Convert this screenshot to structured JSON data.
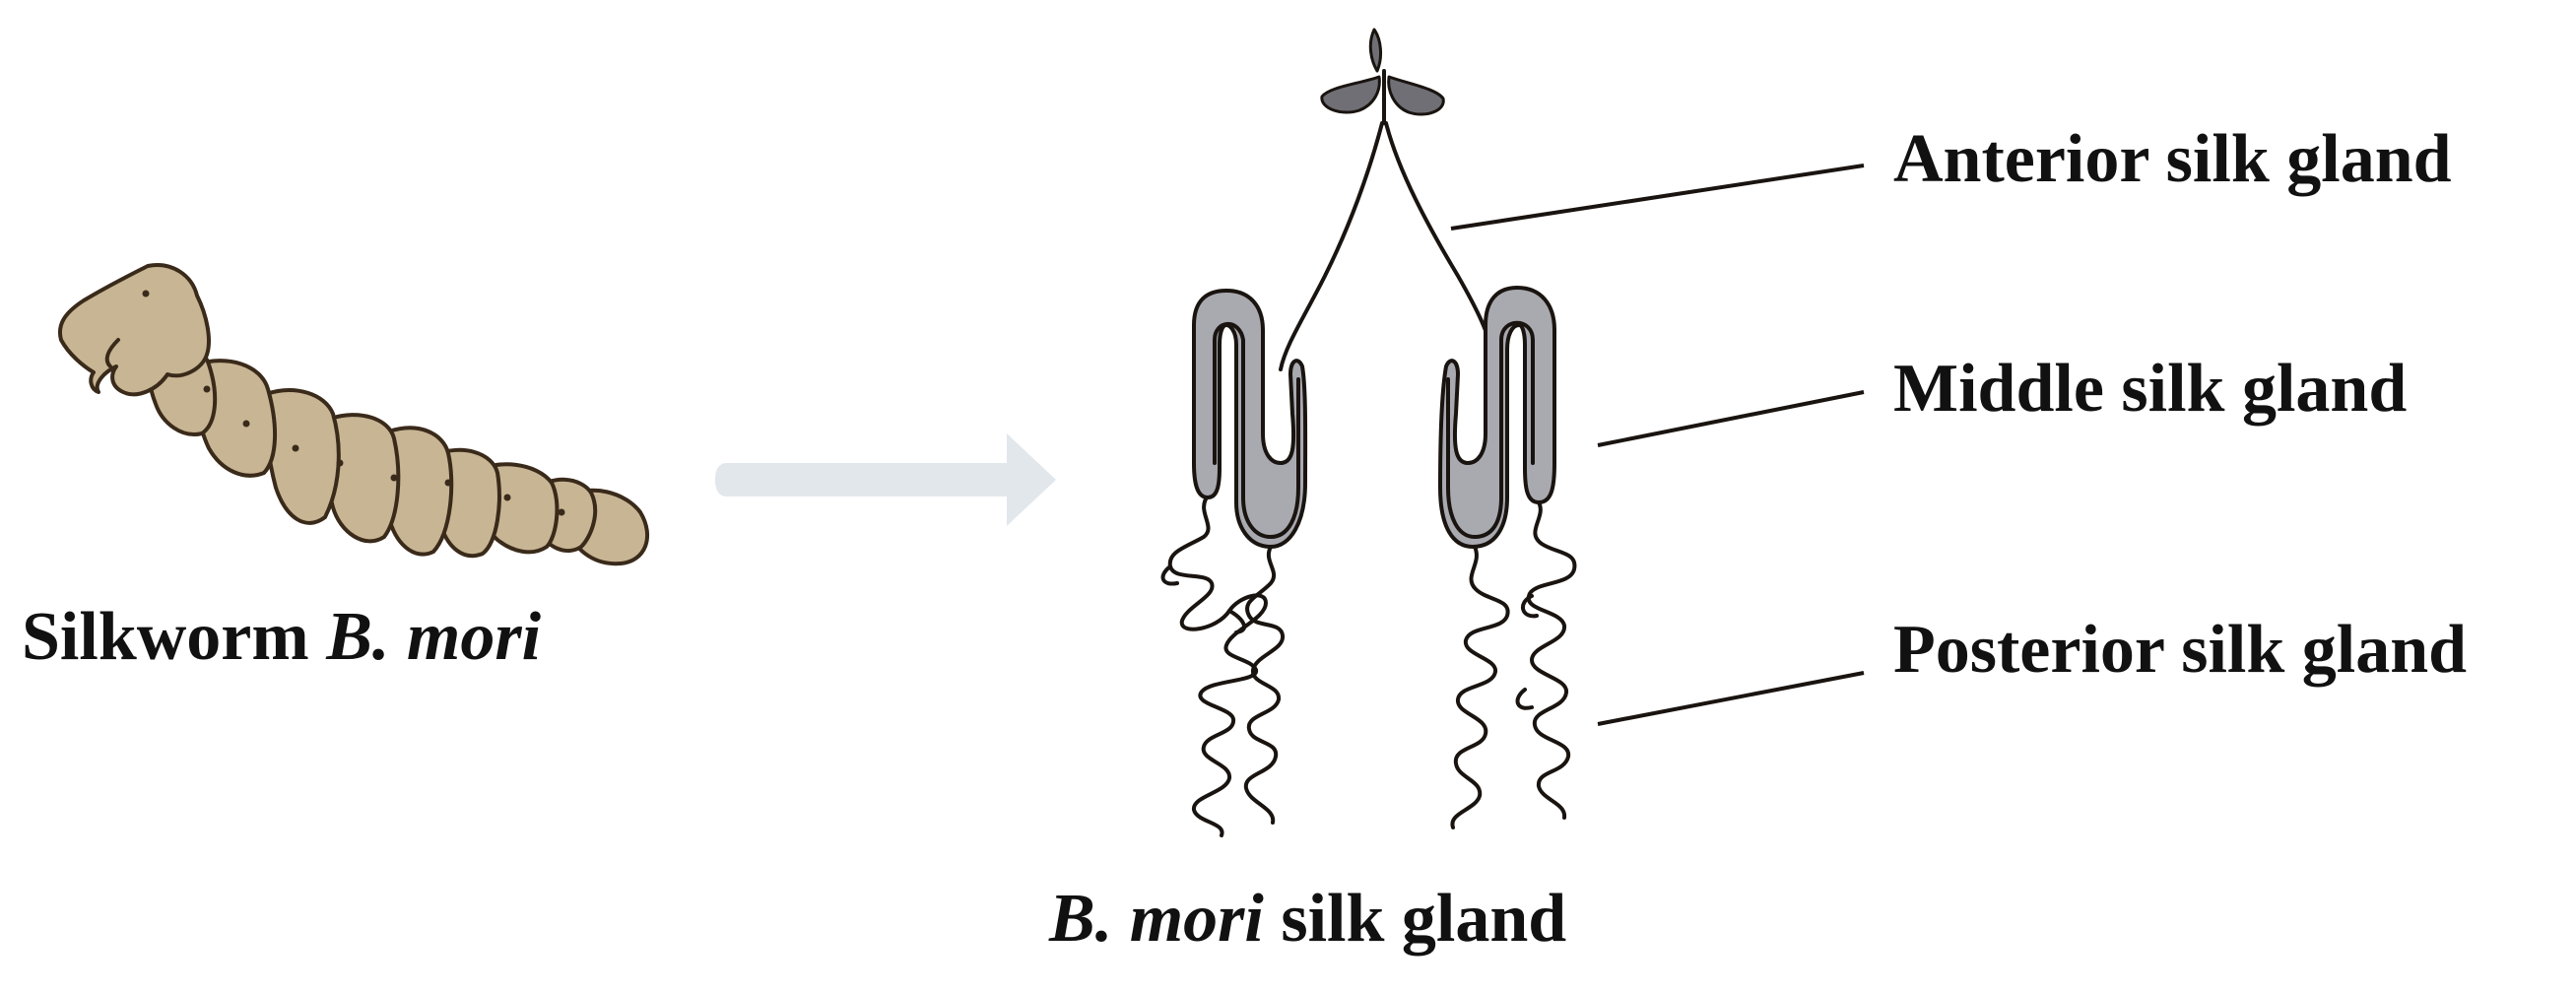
{
  "figure": {
    "silkworm_caption": {
      "text": "Silkworm ",
      "italic": "B. mori"
    },
    "gland_caption": {
      "italic": "B. mori",
      "text": " silk gland"
    },
    "labels": {
      "anterior": "Anterior silk gland",
      "middle": "Middle silk gland",
      "posterior": "Posterior silk gland"
    },
    "colors": {
      "silkworm_body": "#c8b594",
      "silkworm_outline": "#3a2a1a",
      "middle_gland_fill": "#a9a9b0",
      "arrow": "#e2e7ec",
      "line": "#1a1410"
    }
  }
}
